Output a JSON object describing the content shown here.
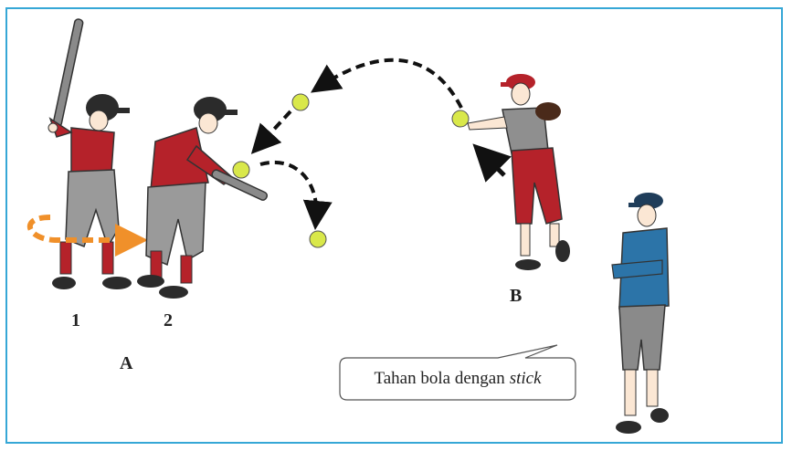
{
  "labels": {
    "player_1": "1",
    "player_2": "2",
    "group_a": "A",
    "player_b": "B"
  },
  "speech_bubble": {
    "text": "Tahan bola dengan",
    "emphasis": "stick"
  },
  "colors": {
    "frame": "#36a7d6",
    "jersey_red": "#b5222a",
    "pants_gray": "#9a9a9a",
    "cap_dark": "#2b2b2b",
    "coach_shirt": "#2c74a8",
    "ball": "#d9e84a",
    "orange_arrow": "#f0902a"
  },
  "icons": [
    "baseball-bat-icon",
    "softball-icon",
    "dashed-arrow-icon"
  ]
}
